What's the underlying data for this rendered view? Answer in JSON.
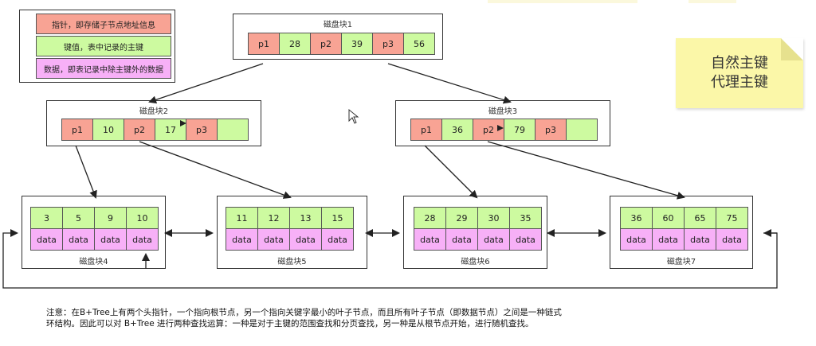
{
  "legend": {
    "pointer": "指针，即存储子节点地址信息",
    "key": "键值，表中记录的主键",
    "data": "数据，即表记录中除主键外的数据"
  },
  "root": {
    "title": "磁盘块1",
    "cells": [
      {
        "t": "p",
        "v": "p1"
      },
      {
        "t": "k",
        "v": "28"
      },
      {
        "t": "p",
        "v": "p2"
      },
      {
        "t": "k",
        "v": "39"
      },
      {
        "t": "p",
        "v": "p3"
      },
      {
        "t": "k",
        "v": "56"
      }
    ]
  },
  "internal": [
    {
      "title": "磁盘块2",
      "cells": [
        {
          "t": "p",
          "v": "p1"
        },
        {
          "t": "k",
          "v": "10"
        },
        {
          "t": "p",
          "v": "p2"
        },
        {
          "t": "k",
          "v": "17"
        },
        {
          "t": "p",
          "v": "p3"
        },
        {
          "t": "k",
          "v": ""
        }
      ]
    },
    {
      "title": "磁盘块3",
      "cells": [
        {
          "t": "p",
          "v": "p1"
        },
        {
          "t": "k",
          "v": "36"
        },
        {
          "t": "p",
          "v": "p2"
        },
        {
          "t": "k",
          "v": "79"
        },
        {
          "t": "p",
          "v": "p3"
        },
        {
          "t": "k",
          "v": ""
        }
      ]
    }
  ],
  "leaves": [
    {
      "title": "磁盘块4",
      "keys": [
        "3",
        "5",
        "9",
        "10"
      ],
      "data": [
        "data",
        "data",
        "data",
        "data"
      ]
    },
    {
      "title": "磁盘块5",
      "keys": [
        "11",
        "12",
        "13",
        "15"
      ],
      "data": [
        "data",
        "data",
        "data",
        "data"
      ]
    },
    {
      "title": "磁盘块6",
      "keys": [
        "28",
        "29",
        "30",
        "35"
      ],
      "data": [
        "data",
        "data",
        "data",
        "data"
      ]
    },
    {
      "title": "磁盘块7",
      "keys": [
        "36",
        "60",
        "65",
        "75"
      ],
      "data": [
        "data",
        "data",
        "data",
        "data"
      ]
    }
  ],
  "sticky": {
    "line1": "自然主键",
    "line2": "代理主键"
  },
  "note": {
    "line1": "注意：在B+Tree上有两个头指针，一个指向根节点，另一个指向关键字最小的叶子节点，而且所有叶子节点（即数据节点）之间是一种链式",
    "line2": "环结构。因此可以对 B+Tree 进行两种查找运算：一种是对于主键的范围查找和分页查找，另一种是从根节点开始，进行随机查找。"
  }
}
